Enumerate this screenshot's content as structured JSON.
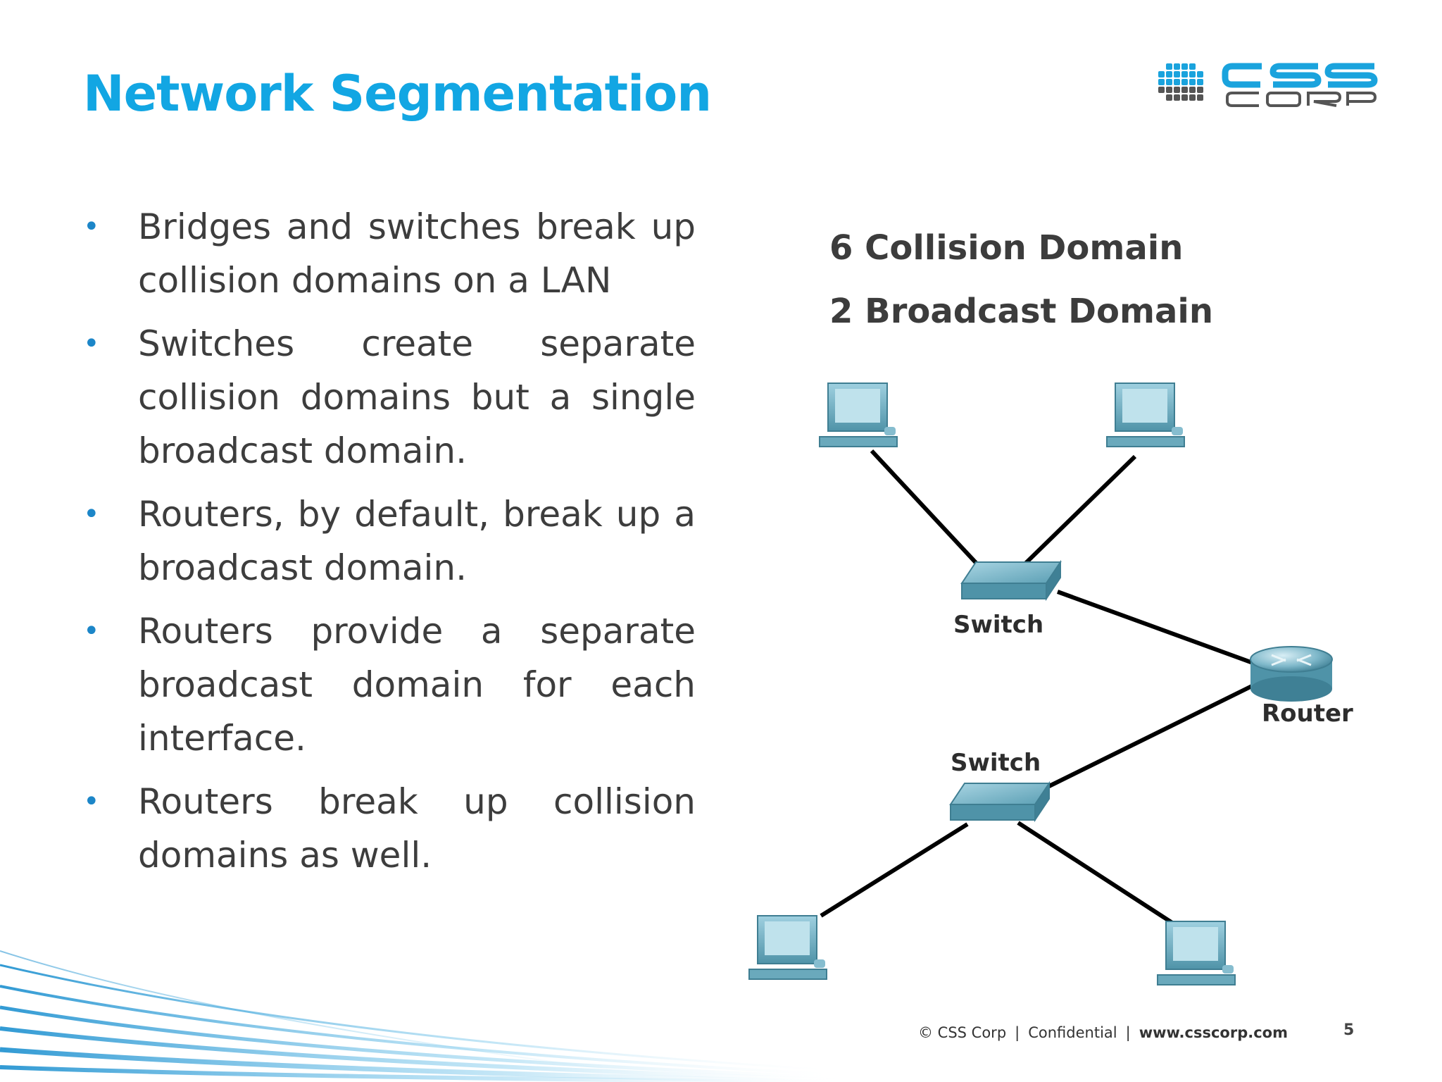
{
  "slide": {
    "title": "Network Segmentation",
    "bullets": [
      "Bridges and switches break up collision domains on a LAN",
      "Switches create separate collision domains but a single broadcast domain.",
      "Routers, by default, break up a broadcast domain.",
      "Routers provide a separate broadcast domain for each interface.",
      "Routers break up collision domains as well."
    ]
  },
  "diagram": {
    "collision_label": "6 Collision Domain",
    "broadcast_label": "2 Broadcast Domain",
    "switch_top_label": "Switch",
    "switch_bottom_label": "Switch",
    "router_label": "Router"
  },
  "footer": {
    "copyright": "© CSS Corp",
    "confidential": "Confidential",
    "url": "www.csscorp.com",
    "page_number": "5"
  },
  "logo": {
    "name": "CSS CORP logo"
  },
  "colors": {
    "title": "#12a6e3",
    "bullet": "#1c86c8",
    "text": "#3d3d3d",
    "device": "#5a9fb3",
    "logo_blue": "#1aa3dd",
    "logo_gray": "#555555"
  }
}
